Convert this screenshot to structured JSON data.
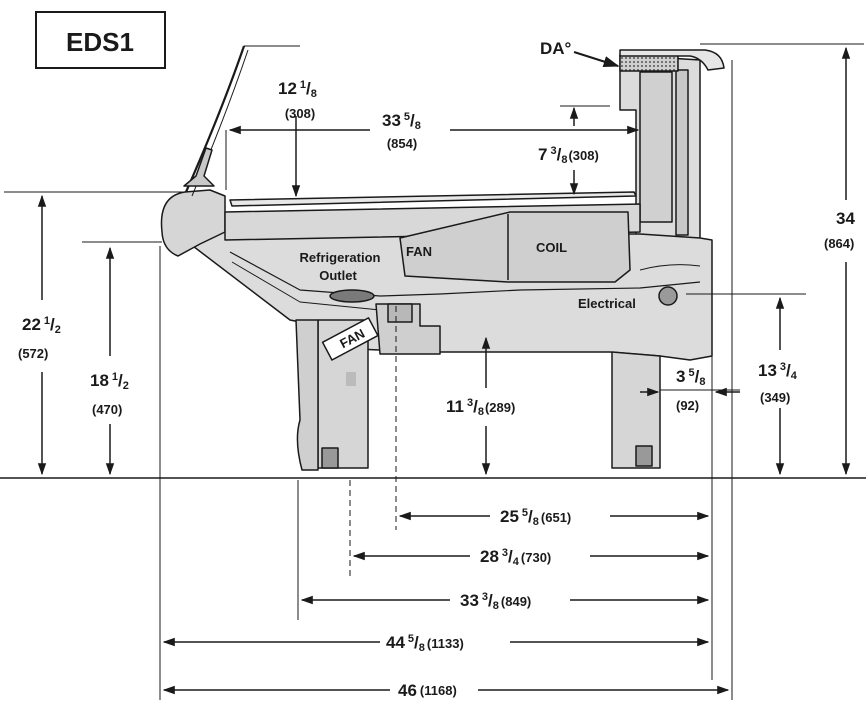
{
  "title": "EDS1",
  "callouts": {
    "dao": "DA°",
    "fan_upper": "FAN",
    "coil": "COIL",
    "refrigeration_outlet_line1": "Refrigeration",
    "refrigeration_outlet_line2": "Outlet",
    "electrical": "Electrical",
    "fan_lower": "FAN"
  },
  "dimensions": {
    "glass_height": {
      "whole": "12",
      "frac_num": "1",
      "frac_den": "8",
      "mm": "(308)"
    },
    "shelf_width": {
      "whole": "33",
      "frac_num": "5",
      "frac_den": "8",
      "mm": "(854)"
    },
    "rear_gap": {
      "whole": "7",
      "frac_num": "3",
      "frac_den": "8",
      "mm": "(308)"
    },
    "overall_height": {
      "whole": "34",
      "mm": "(864)"
    },
    "counter_height": {
      "whole": "22",
      "frac_num": "1",
      "frac_den": "2",
      "mm": "(572)"
    },
    "front_height": {
      "whole": "18",
      "frac_num": "1",
      "frac_den": "2",
      "mm": "(470)"
    },
    "electrical_height": {
      "whole": "13",
      "frac_num": "3",
      "frac_den": "4",
      "mm": "(349)"
    },
    "electrical_offset": {
      "whole": "3",
      "frac_num": "5",
      "frac_den": "8",
      "mm": "(92)"
    },
    "outlet_height": {
      "whole": "11",
      "frac_num": "3",
      "frac_den": "8",
      "mm": "(289)"
    },
    "depth_1": {
      "whole": "25",
      "frac_num": "5",
      "frac_den": "8",
      "mm": "(651)"
    },
    "depth_2": {
      "whole": "28",
      "frac_num": "3",
      "frac_den": "4",
      "mm": "(730)"
    },
    "depth_3": {
      "whole": "33",
      "frac_num": "3",
      "frac_den": "8",
      "mm": "(849)"
    },
    "depth_4": {
      "whole": "44",
      "frac_num": "5",
      "frac_den": "8",
      "mm": "(1133)"
    },
    "depth_5": {
      "whole": "46",
      "mm": "(1168)"
    }
  },
  "colors": {
    "case_fill": "#dcdcdc",
    "case_dark": "#b8b8b8",
    "line": "#1a1a1a"
  }
}
